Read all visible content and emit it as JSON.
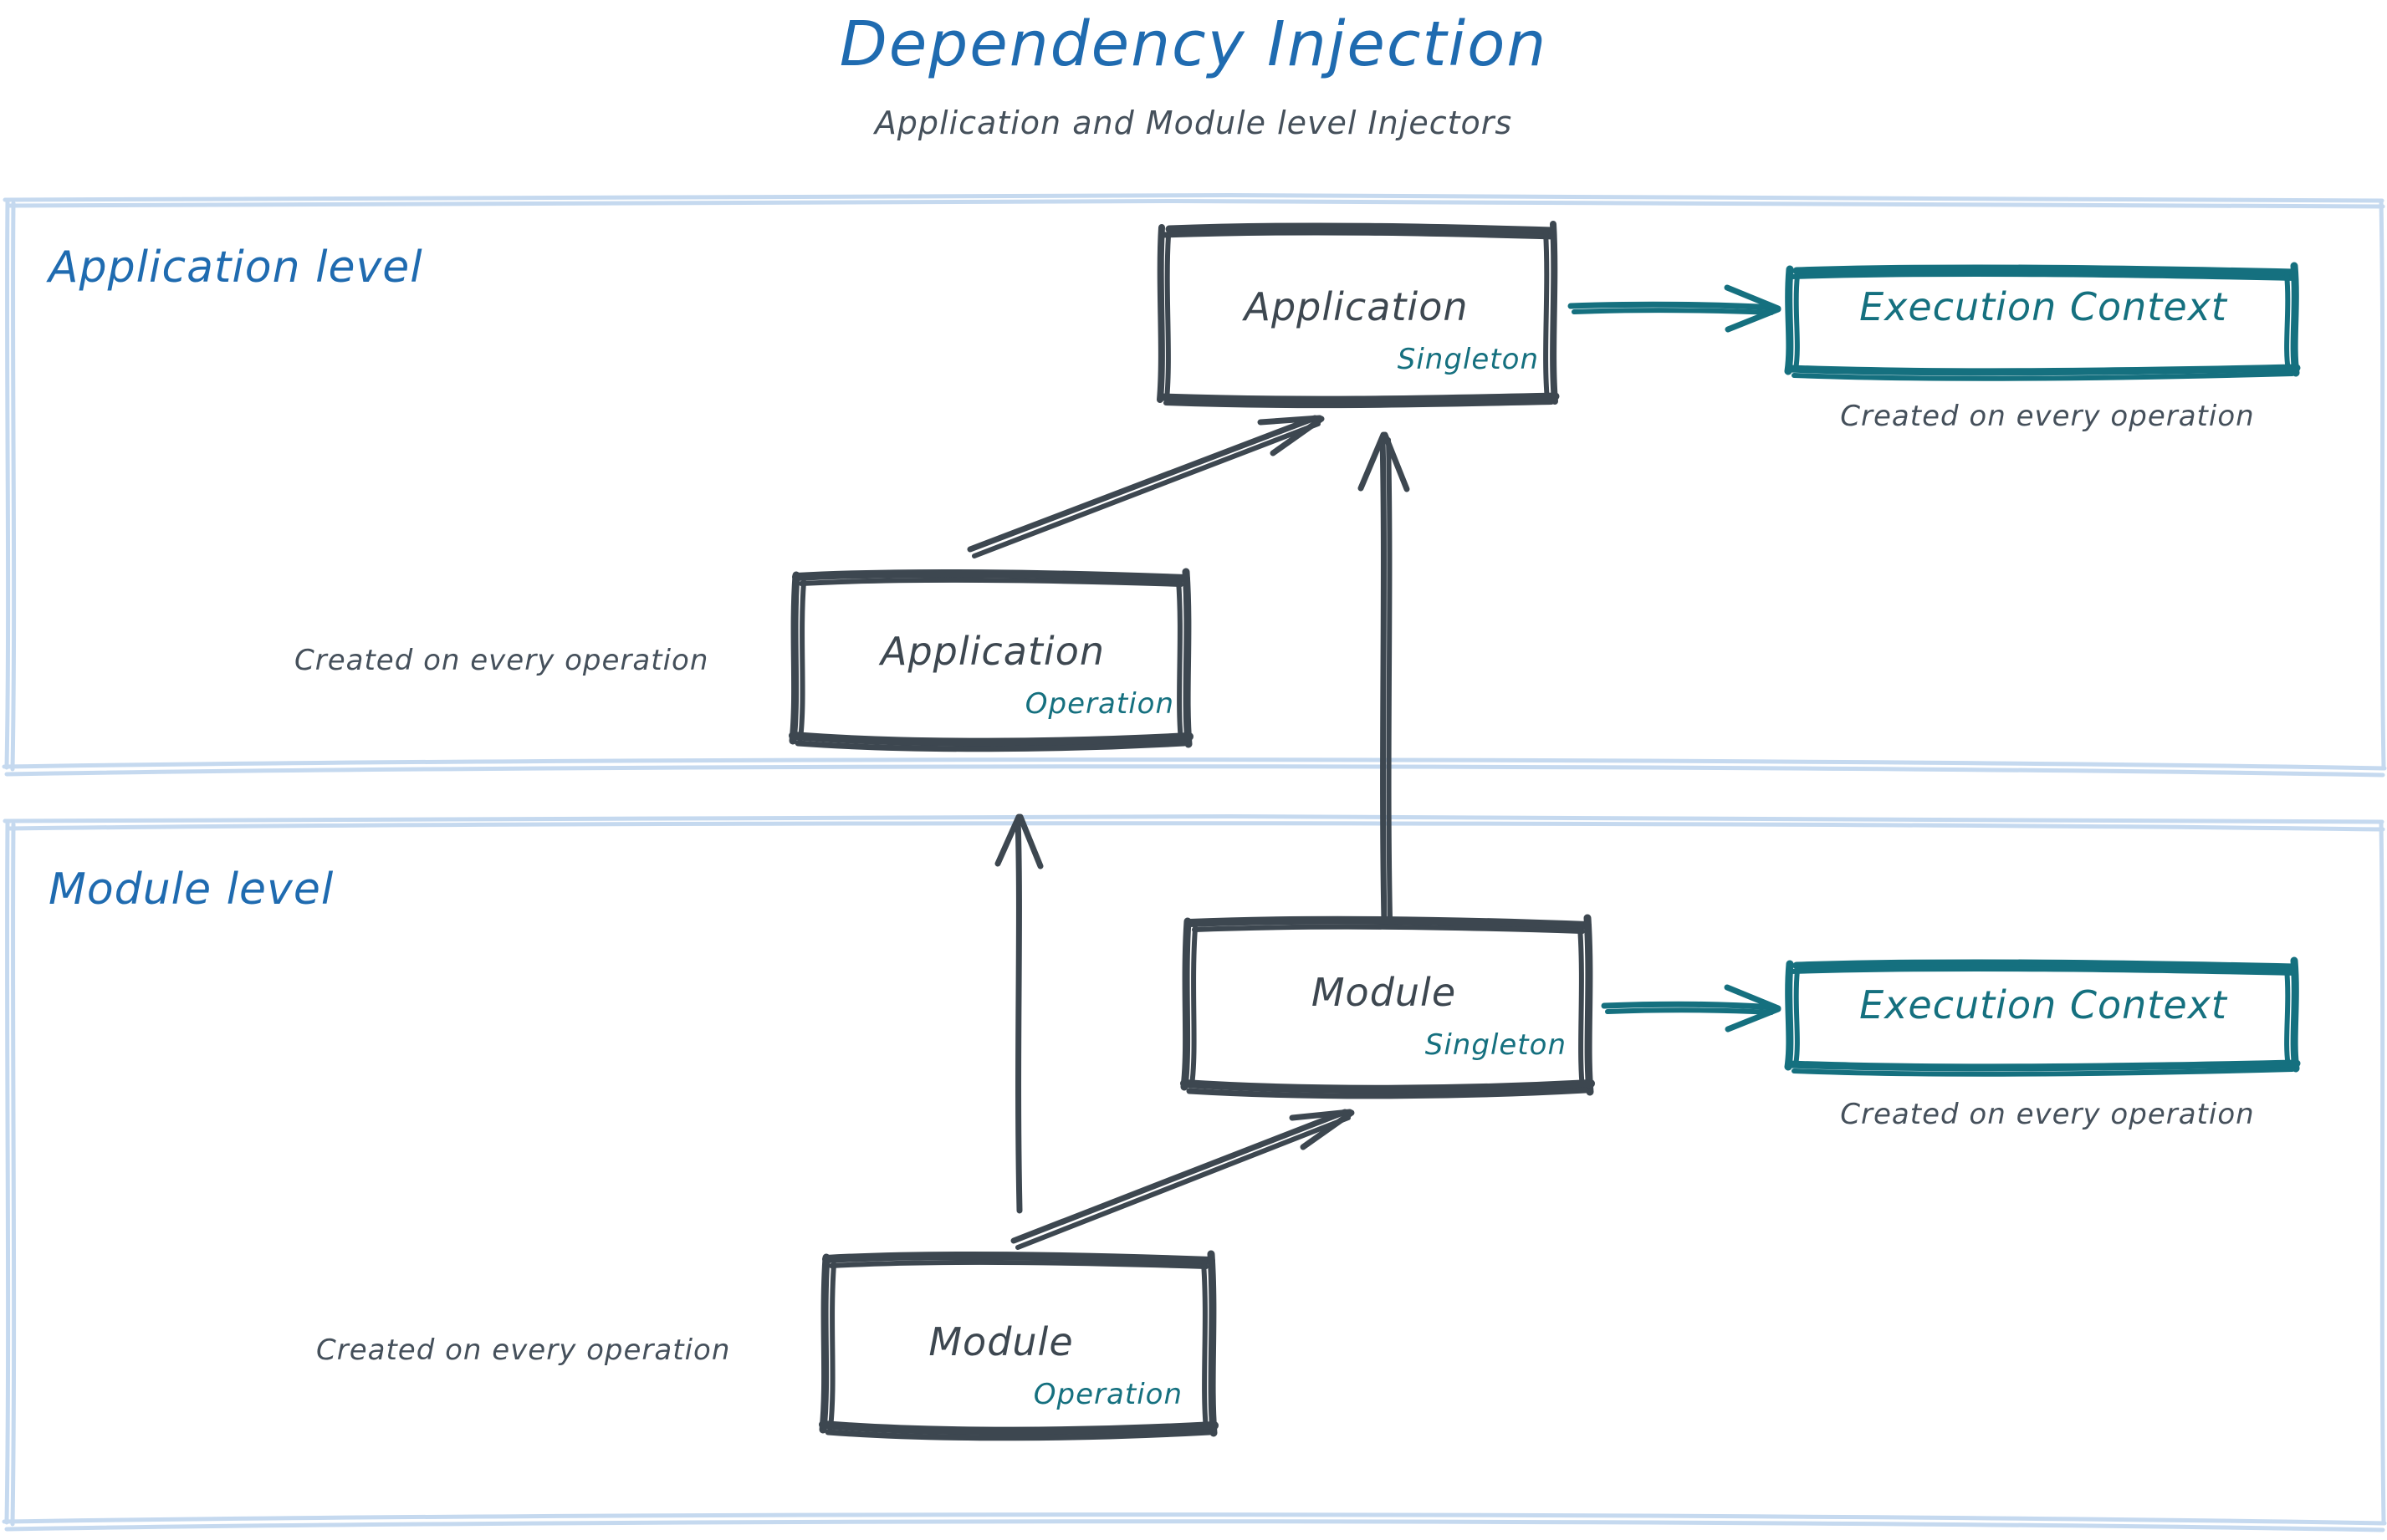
{
  "header": {
    "title": "Dependency Injection",
    "subtitle": "Application and Module level Injectors"
  },
  "colors": {
    "title_blue": "#1f6bb0",
    "level_blue": "#1f6bb0",
    "container_border": "#c5d9ef",
    "sketch_dark": "#3d4750",
    "accent_teal": "#15707f",
    "caption_gray": "#45505b",
    "background": "#ffffff"
  },
  "sections": [
    {
      "id": "application-level",
      "label": "Application level",
      "nodes": {
        "singleton_box": {
          "title": "Application",
          "scope": "Singleton"
        },
        "operation_box": {
          "title": "Application",
          "scope": "Operation",
          "caption": "Created on every operation"
        },
        "execution_context": {
          "title": "Execution Context",
          "caption": "Created on every operation"
        }
      }
    },
    {
      "id": "module-level",
      "label": "Module level",
      "nodes": {
        "singleton_box": {
          "title": "Module",
          "scope": "Singleton"
        },
        "operation_box": {
          "title": "Module",
          "scope": "Operation",
          "caption": "Created on every operation"
        },
        "execution_context": {
          "title": "Execution Context",
          "caption": "Created on every operation"
        }
      }
    }
  ],
  "edges": [
    {
      "from": "application-operation",
      "to": "application-singleton",
      "style": "sketch-arrow-dark"
    },
    {
      "from": "application-singleton",
      "to": "application-execution-context",
      "style": "sketch-arrow-teal"
    },
    {
      "from": "module-singleton",
      "to": "application-singleton",
      "style": "sketch-arrow-dark"
    },
    {
      "from": "module-singleton",
      "to": "module-execution-context",
      "style": "sketch-arrow-teal"
    },
    {
      "from": "module-operation",
      "to": "module-singleton",
      "style": "sketch-arrow-dark"
    },
    {
      "from": "module-operation",
      "to": "application-operation",
      "style": "sketch-arrow-dark"
    }
  ]
}
